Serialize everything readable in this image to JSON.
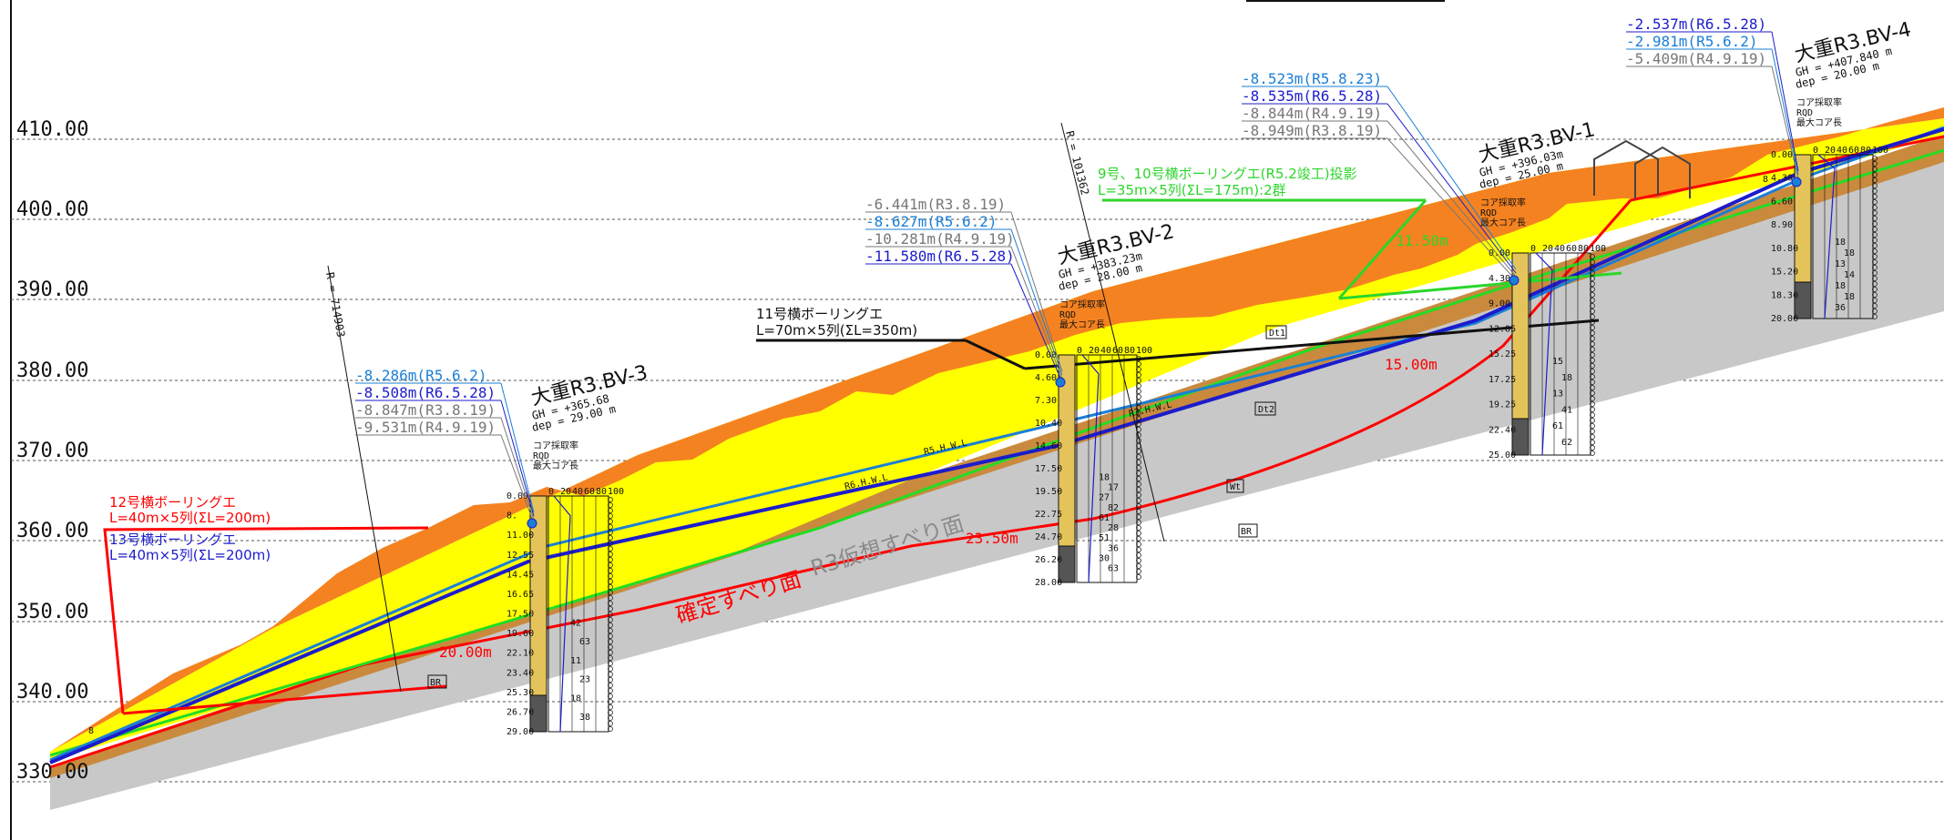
{
  "elevations": [
    "410.00",
    "400.00",
    "390.00",
    "380.00",
    "370.00",
    "360.00",
    "350.00",
    "340.00",
    "330.00"
  ],
  "boreholes": [
    {
      "name": "大重R3.BV-3",
      "gh": "GH = +365.68",
      "dep": "dep = 29.00 m",
      "legend": [
        "コア採取率",
        "RQD",
        "最大コア長"
      ],
      "scale": [
        "0",
        "20",
        "40",
        "60",
        "80",
        "100"
      ],
      "depths": [
        "0.00",
        "8.",
        "11.00",
        "12.55",
        "14.45",
        "16.65",
        "17.50",
        "19.60",
        "22.10",
        "23.40",
        "25.30",
        "26.70",
        "29.00"
      ],
      "values": [
        "42",
        "63",
        "11",
        "23",
        "18",
        "38"
      ],
      "wl": [
        {
          "text": "-8.286m(R5.6.2)",
          "color": "#1a7fd6"
        },
        {
          "text": "-8.508m(R6.5.28)",
          "color": "#1c1ccc"
        },
        {
          "text": "-8.847m(R3.8.19)",
          "color": "#777777"
        },
        {
          "text": "-9.531m(R4.9.19)",
          "color": "#777777"
        }
      ]
    },
    {
      "name": "大重R3.BV-2",
      "gh": "GH = +383.23m",
      "dep": "dep = 28.00 m",
      "legend": [
        "コア採取率",
        "RQD",
        "最大コア長"
      ],
      "scale": [
        "0",
        "20",
        "40",
        "60",
        "80",
        "100"
      ],
      "depths": [
        "0.00",
        "4.60",
        "7.30",
        "10.40",
        "14.60",
        "17.50",
        "19.50",
        "22.75",
        "24.70",
        "26.20",
        "28.00"
      ],
      "values": [
        "18",
        "17",
        "27",
        "82",
        "61",
        "28",
        "51",
        "36",
        "30",
        "63"
      ],
      "wl": [
        {
          "text": "-6.441m(R3.8.19)",
          "color": "#777777"
        },
        {
          "text": "-8.627m(R5.6.2)",
          "color": "#1a7fd6"
        },
        {
          "text": "-10.281m(R4.9.19)",
          "color": "#777777"
        },
        {
          "text": "-11.580m(R6.5.28)",
          "color": "#1c1ccc"
        }
      ]
    },
    {
      "name": "大重R3.BV-1",
      "gh": "GH = +396.03m",
      "dep": "dep = 25.00 m",
      "legend": [
        "コア採取率",
        "RQD",
        "最大コア長"
      ],
      "scale": [
        "0",
        "20",
        "40",
        "60",
        "80",
        "100"
      ],
      "depths": [
        "0.00",
        "4.30",
        "9.00",
        "12.85",
        "15.25",
        "17.25",
        "19.25",
        "22.40",
        "25.00"
      ],
      "values": [
        "15",
        "18",
        "13",
        "41",
        "61",
        "62"
      ],
      "wl": [
        {
          "text": "-8.523m(R5.8.23)",
          "color": "#1a7fd6"
        },
        {
          "text": "-8.535m(R6.5.28)",
          "color": "#1c1ccc"
        },
        {
          "text": "-8.844m(R4.9.19)",
          "color": "#777777"
        },
        {
          "text": "-8.949m(R3.8.19)",
          "color": "#777777"
        }
      ]
    },
    {
      "name": "大重R3.BV-4",
      "gh": "GH = +407.840 m",
      "dep": "dep = 20.00 m",
      "legend": [
        "コア採取率",
        "RQD",
        "最大コア長"
      ],
      "scale": [
        "0",
        "20",
        "40",
        "60",
        "80",
        "100"
      ],
      "depths": [
        "0.00",
        "4.30",
        "6.60",
        "8.90",
        "10.80",
        "15.20",
        "18.30",
        "20.00"
      ],
      "values": [
        "18",
        "18",
        "13",
        "14",
        "18",
        "18",
        "36"
      ],
      "wl": [
        {
          "text": "-2.537m(R6.5.28)",
          "color": "#1c1ccc"
        },
        {
          "text": "-2.981m(R5.6.2)",
          "color": "#1a7fd6"
        },
        {
          "text": "-5.409m(R4.9.19)",
          "color": "#777777"
        }
      ]
    }
  ],
  "labels": {
    "bh12_line1": "12号横ボーリングエ",
    "bh12_line2": "L=40m×5列(ΣL=200m)",
    "bh13_line1": "13号横ボーリングエ",
    "bh13_line2": "L=40m×5列(ΣL=200m)",
    "bh11_line1": "11号横ボーリングエ",
    "bh11_line2": "L=70m×5列(ΣL=350m)",
    "bh910_line1": "9号、10号横ボーリングエ(R5.2竣工)投影",
    "bh910_line2": "L=35m×5列(ΣL=175m):2群",
    "confirmed_slip": "確定すべり面",
    "r3_slip": "R3仮想すべり面",
    "depth_20": "20.00m",
    "depth_23": "23.50m",
    "depth_15": "15.00m",
    "depth_11": "11.50m",
    "r6hwl": "R6.H.W.L",
    "r5hwl": "R5.H.W.L",
    "r3hwl": "R3.H.W.L",
    "radius1": "R = 714903",
    "radius2": "R = 101362",
    "layer_dt1": "Dt1",
    "layer_dt2": "Dt2",
    "layer_wt": "Wt",
    "layer_br": "BR",
    "layer_br2": "BR",
    "small_a": "8",
    "small_b": "8"
  },
  "colors": {
    "dt1": "#f58220",
    "dt2": "#ffff00",
    "wt": "#c98a3e",
    "br": "#c8c8c8",
    "gw_r6": "#1c1ccc",
    "gw_r5": "#1a7fd6",
    "gw_r3": "#22dd22",
    "slip_red": "#ff0000",
    "slip_green": "#2bd62b"
  }
}
